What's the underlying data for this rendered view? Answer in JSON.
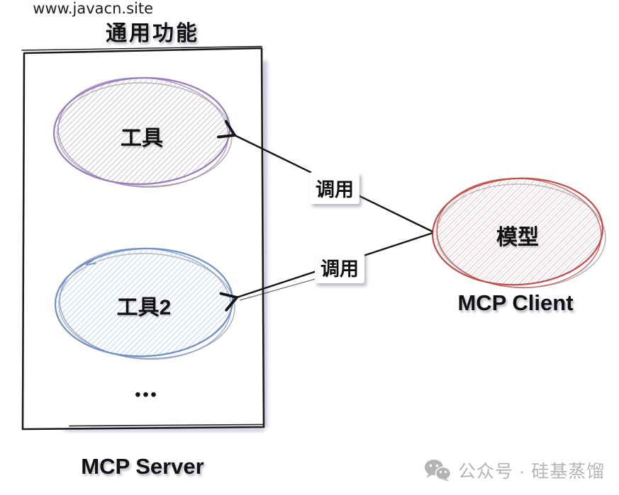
{
  "title": "通用功能",
  "server": {
    "label": "MCP Server",
    "tools": [
      {
        "label": "工具"
      },
      {
        "label": "工具2"
      }
    ],
    "ellipsis": "•••",
    "site_url": "www.javacn.site"
  },
  "client": {
    "label": "MCP Client",
    "model_label": "模型"
  },
  "arrows": [
    {
      "label": "调用",
      "from": "model",
      "to": "tool-1"
    },
    {
      "label": "调用",
      "from": "model",
      "to": "tool-2"
    }
  ],
  "watermark": {
    "icon": "wechat-icon",
    "text": "公众号 · 硅基蒸馏"
  },
  "colors": {
    "tool1_stroke": "#9a7cb8",
    "tool2_stroke": "#7191c6",
    "model_stroke": "#bc524e",
    "hatch_purple": "#c7c3cf",
    "hatch_blue": "#c2d1e9",
    "hatch_red": "#e7b6b3",
    "hatch_gray": "#dcdde6",
    "arrow": "#151515",
    "box_shadow": "#c2c6db",
    "watermark_gray": "#b4b4b4"
  }
}
